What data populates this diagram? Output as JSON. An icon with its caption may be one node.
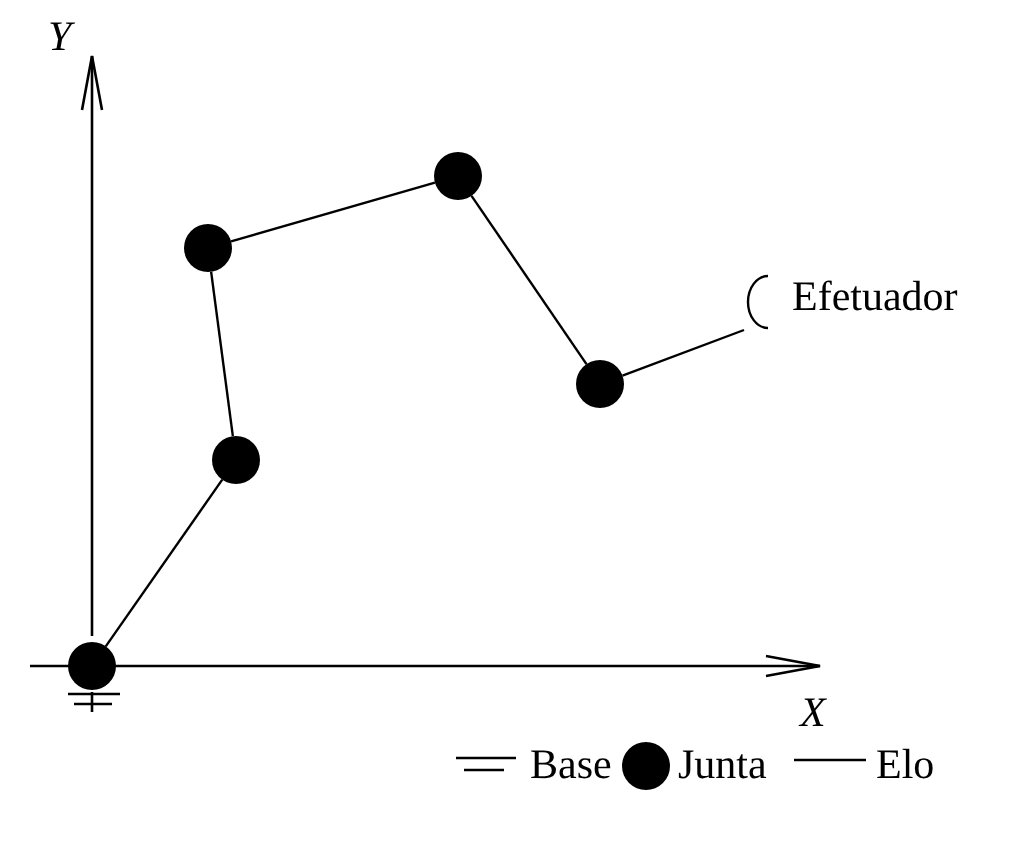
{
  "diagram": {
    "nodes": [
      {
        "text": [],
        "shape": "circle"
      },
      {
        "text": [],
        "shape": "circle"
      },
      {
        "text": [],
        "shape": "circle"
      },
      {
        "text": [],
        "shape": "circle"
      },
      {
        "text": [],
        "shape": "circle"
      },
      {
        "text": [
          "Efetuador"
        ]
      }
    ],
    "edges": [
      {
        "from": 0,
        "to": 1,
        "arrow": "none"
      },
      {
        "from": 1,
        "to": 2,
        "arrow": "none"
      },
      {
        "from": 2,
        "to": 3,
        "arrow": "none"
      },
      {
        "from": 3,
        "to": 4,
        "arrow": "none"
      },
      {
        "from": 4,
        "to": 5,
        "arrow": "none"
      }
    ],
    "labels": [
      "Y",
      "X"
    ],
    "legend": [
      {
        "text": "Base"
      },
      {
        "text": "Junta"
      },
      {
        "text": "Elo"
      }
    ]
  }
}
